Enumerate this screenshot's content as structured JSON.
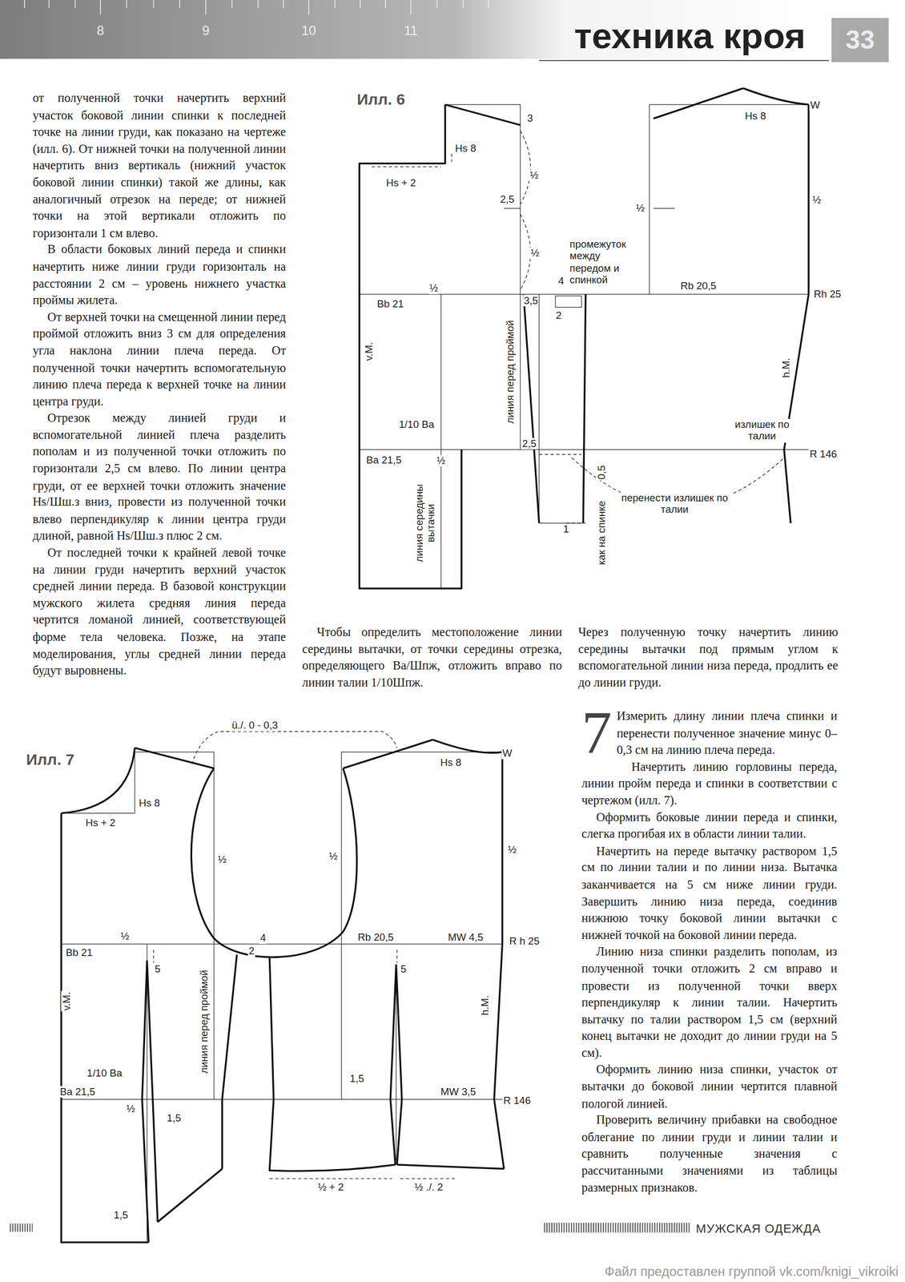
{
  "diagram": {
    "title": "техника кроя",
    "labels": [
      "8",
      "9",
      "10",
      "11",
      "33",
      "от полученной точки начертить верхний участок боковой линии спинки к последней точке на линии груди, как показано на чертеже (илл. 6). От нижней точки на полученной линии начертить вниз вертикаль (нижний участок боковой линии спинки) такой же длины, как аналогичный отрезок на переде; от нижней точки на этой вертикали отложить по горизонтали 1 см влево.",
      "В области боковых линий переда и спинки начертить ниже линии груди горизонталь на расстоянии 2 см – уровень нижнего участка проймы жилета.",
      "От верхней точки на смещенной линии перед проймой отложить вниз 3 см для определения угла наклона линии плеча переда. От полученной точки начертить вспомогательную линию плеча переда к верхней точке на линии центра груди.",
      "Отрезок между линией груди и вспомогательной линией плеча разделить пополам и из полученной точки отложить по горизонтали 2,5 см влево. По линии центра груди, от ее верхней точки отложить значение Hs/Шш.з вниз, провести из полученной точки влево перпендикуляр к линии центра груди длиной, равной Hs/Шш.з плюс 2 см.",
      "От последней точки к крайней левой точке на линии груди начертить верхний участок средней линии переда. В базовой конструкции мужского жилета средняя линия переда чертится ломаной линией, соответствующей форме тела человека. Позже, на этапе моделирования, углы средней линии переда будут выровнены.",
      "Илл. 6",
      "3",
      "Hs 8",
      "Hs + 2",
      "½",
      "2,5",
      "½",
      "промежуток между передом и спинкой",
      "4",
      "3,5",
      "2",
      "½",
      "Bb 21",
      "v.M.",
      "линия перед проймой",
      "1/10 Ba",
      "Ba 21,5",
      "½",
      "2,5",
      "линия середины вытачки",
      "0,5",
      "1",
      "как на спинке",
      "перенести излишек по талии",
      "излишек по талии",
      "Hs 8",
      "W",
      "½",
      "½",
      "Rb 20,5",
      "Rh 25",
      "h.M.",
      "R 146",
      "Чтобы определить местоположение линии середины вытачки, от точки середины отрезка, определяющего Ba/Шпж, отложить вправо по линии талии 1/10Шпж.",
      "Через полученную точку начертить линию середины вытачки под прямым углом к вспомогательной линии низа переда, продлить ее до линии груди.",
      "Илл. 7",
      "ü./. 0 - 0,3",
      "Hs 8",
      "Hs + 2",
      "½",
      "½",
      "Hs 8",
      "W",
      "½",
      "½",
      "4",
      "2",
      "Rb 20,5",
      "MW 4,5",
      "R h 25",
      "Bb 21",
      "5",
      "5",
      "v.M.",
      "линия перед проймой",
      "h.M.",
      "1/10 Ba",
      "1,5",
      "Ba 21,5",
      "MW 3,5",
      "R 146",
      "½",
      "1,5",
      "1,5",
      "½ + 2",
      "½ ./. 2",
      "7",
      "Измерить длину линии плеча спинки и перенести полученное значение минус 0–0,3 см на линию плеча переда.",
      "Начертить линию горловины переда, линии пройм переда и спинки в соответствии с чертежом (илл. 7).",
      "Оформить боковые линии переда и спинки, слегка прогибая их в области линии талии.",
      "Начертить на переде вытачку раствором 1,5 см по линии талии и по линии низа. Вытачка заканчивается на 5 см ниже линии груди. Завершить линию низа переда, соединив нижнюю точку боковой линии вытачки с нижней точкой на боковой линии переда.",
      "Линию низа спинки разделить пополам, из полученной точки отложить 2 см вправо и провести из полученной точки вверх перпендикуляр к линии талии. Начертить вытачку по талии раствором 1,5 см (верхний конец вытачки не доходит до линии груди на 5 см).",
      "Оформить линию низа спинки, участок от вытачки до боковой линии чертится плавной пологой линией.",
      "Проверить величину прибавки на свободное облегание по линии груди и линии талии и сравнить полученные значения с рассчитанными значениями из таблицы размерных признаков.",
      "МУЖСКАЯ ОДЕЖДА",
      "Файл предоставлен группой vk.com/knigi_vikroiki"
    ]
  }
}
